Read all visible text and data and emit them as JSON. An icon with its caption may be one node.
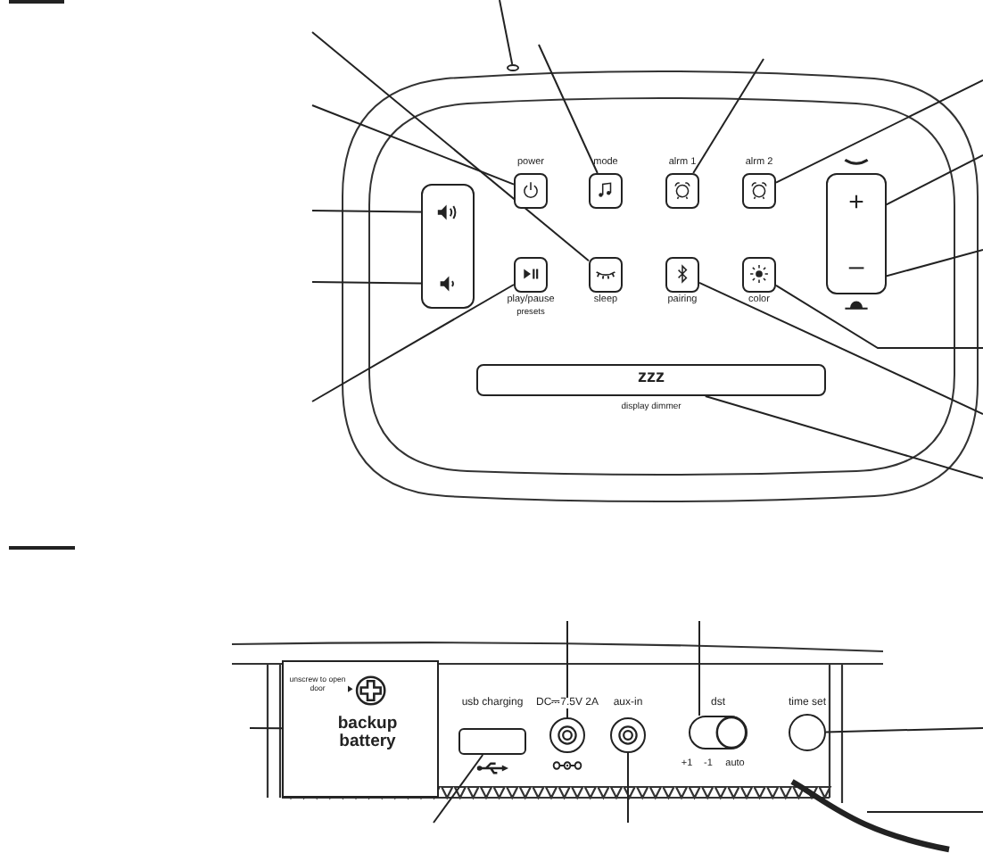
{
  "diagram": {
    "nodes": [
      {
        "text": [],
        "shape": "circle"
      },
      {
        "text": [],
        "shape": "box"
      },
      {
        "text": [],
        "shape": "speaker",
        "in": 1
      },
      {
        "text": [],
        "shape": "speaker",
        "in": 1
      },
      {
        "text": [
          "power"
        ]
      },
      {
        "text": [
          "mode"
        ]
      },
      {
        "text": [
          "alrm 1"
        ]
      },
      {
        "text": [
          "alrm 2"
        ]
      },
      {
        "text": [],
        "shape": "box"
      },
      {
        "text": [
          "+"
        ],
        "in": 8
      },
      {
        "text": [
          "–"
        ],
        "in": 8
      },
      {
        "text": [
          "play/pause",
          "presets"
        ]
      },
      {
        "text": [
          "sleep"
        ]
      },
      {
        "text": [
          "pairing"
        ]
      },
      {
        "text": [
          "color"
        ]
      },
      {
        "text": [
          "zzz",
          "display dimmer"
        ]
      },
      {
        "text": [
          "unscrew to open door",
          "backup battery"
        ]
      },
      {
        "text": [
          "usb charging"
        ]
      },
      {
        "text": [
          "DC⎓7.5V 2A"
        ]
      },
      {
        "text": [
          "aux-in"
        ]
      },
      {
        "text": [
          "dst"
        ],
        "beside": [
          "+1",
          "-1",
          "auto"
        ]
      },
      {
        "text": [
          "time set"
        ]
      },
      {
        "text": [],
        "shape": "cable"
      }
    ],
    "edges": [
      {
        "from": null,
        "to": 0,
        "arrow": "none"
      },
      {
        "from": null,
        "to": 12,
        "arrow": "none"
      },
      {
        "from": null,
        "to": 4,
        "arrow": "none"
      },
      {
        "from": null,
        "to": 2,
        "arrow": "none"
      },
      {
        "from": null,
        "to": 3,
        "arrow": "none"
      },
      {
        "from": null,
        "to": 11,
        "arrow": "none"
      },
      {
        "from": null,
        "to": 5,
        "arrow": "none"
      },
      {
        "from": null,
        "to": 6,
        "arrow": "none"
      },
      {
        "from": null,
        "to": 7,
        "arrow": "none"
      },
      {
        "from": null,
        "to": 9,
        "arrow": "none"
      },
      {
        "from": null,
        "to": 10,
        "arrow": "none"
      },
      {
        "from": null,
        "to": 14,
        "arrow": "none"
      },
      {
        "from": null,
        "to": 13,
        "arrow": "none"
      },
      {
        "from": null,
        "to": 15,
        "arrow": "none"
      },
      {
        "from": null,
        "to": 18,
        "arrow": "none"
      },
      {
        "from": null,
        "to": 20,
        "arrow": "none"
      },
      {
        "from": null,
        "to": 16,
        "arrow": "none"
      },
      {
        "from": null,
        "to": 17,
        "arrow": "none"
      },
      {
        "from": null,
        "to": 19,
        "arrow": "none"
      },
      {
        "from": null,
        "to": 21,
        "arrow": "none"
      },
      {
        "from": null,
        "to": 22,
        "arrow": "none"
      }
    ]
  }
}
